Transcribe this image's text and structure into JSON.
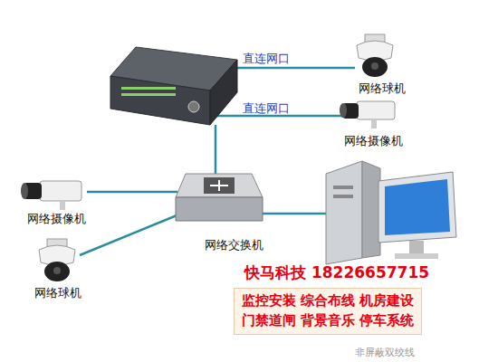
{
  "diagram": {
    "nodes": [
      {
        "text": [
          "监控安装 综合布线 机房建设",
          "门禁道闸 背景音乐 停车系统"
        ]
      }
    ],
    "labels": [
      "直连网口",
      "直连网口",
      "网络球机",
      "网络摄像机",
      "网络摄像机",
      "网络交换机",
      "网络球机",
      "快马科技 18226657715",
      "非屏蔽双绞线"
    ]
  }
}
